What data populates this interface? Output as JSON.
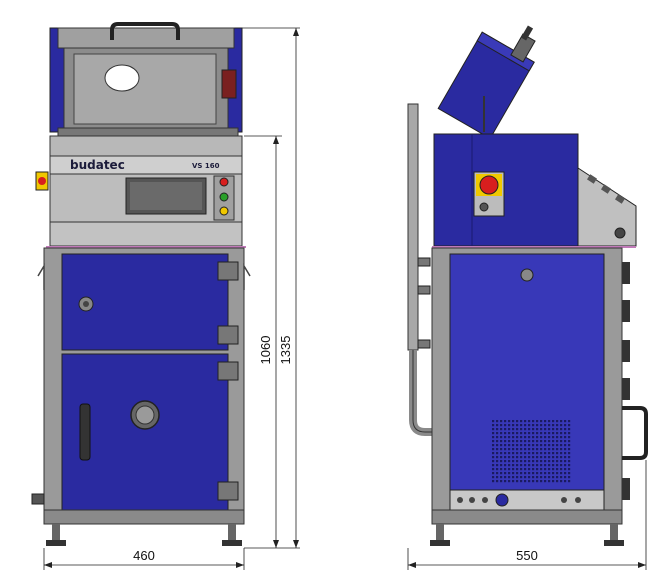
{
  "colors": {
    "cabinet_blue": "#2a2aa0",
    "panel_blue": "#3838b8",
    "frame_grey": "#9a9a9a",
    "dark_grey": "#555555",
    "light_grey": "#c8c8c8",
    "emergency_red": "#d81e1e",
    "emergency_yellow": "#f0c800",
    "button_green": "#2aa02a",
    "trim_pink": "#c07ab8"
  },
  "front_view": {
    "brand_label": "budatec",
    "model_label": "VS 160",
    "dimensions": {
      "width": "460",
      "height_base": "1060",
      "height_total": "1335"
    }
  },
  "side_view": {
    "dimensions": {
      "depth": "550"
    }
  }
}
